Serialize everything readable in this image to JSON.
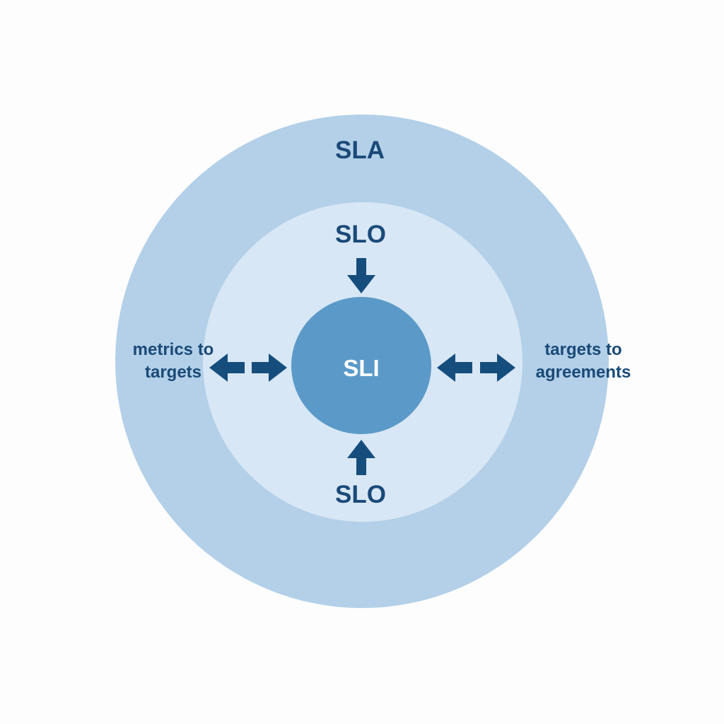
{
  "colors": {
    "background": "#fdfdfd",
    "sla_ring": "#b3d0e8",
    "slo_ring": "#d8e7f5",
    "sli_core": "#5b9ac8",
    "label_text": "#1a4a78",
    "core_text": "#ffffff",
    "arrow": "#154e7d"
  },
  "layers": {
    "sla": "SLA",
    "slo_top": "SLO",
    "slo_bottom": "SLO",
    "sli": "SLI"
  },
  "captions": {
    "left": [
      "metrics to",
      "targets"
    ],
    "right": [
      "targets to",
      "agreements"
    ]
  },
  "arrows": [
    {
      "name": "slo-top-to-sli-arrow",
      "icon": "arrow-down-icon"
    },
    {
      "name": "slo-bottom-to-sli-arrow",
      "icon": "arrow-up-icon"
    },
    {
      "name": "left-outward-arrow",
      "icon": "arrow-left-icon"
    },
    {
      "name": "left-inward-arrow",
      "icon": "arrow-right-icon"
    },
    {
      "name": "right-inward-arrow",
      "icon": "arrow-left-icon"
    },
    {
      "name": "right-outward-arrow",
      "icon": "arrow-right-icon"
    }
  ]
}
